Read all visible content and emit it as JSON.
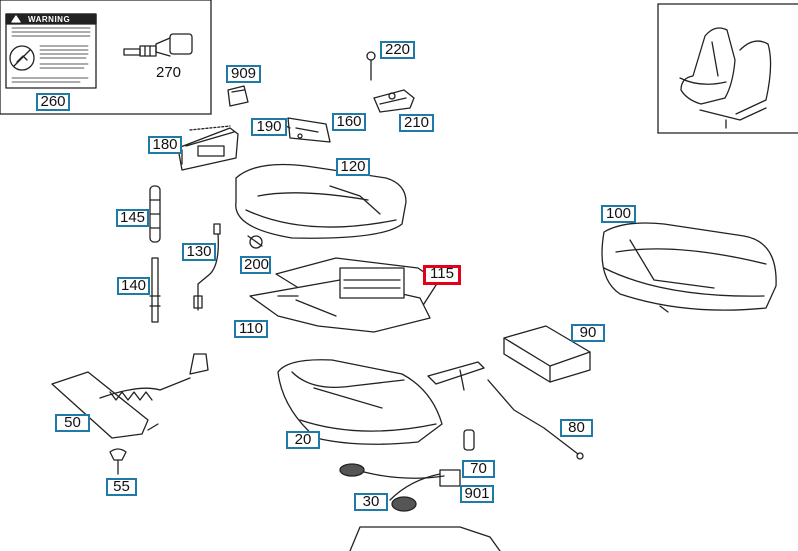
{
  "labels": {
    "l260": "260",
    "l270": "270",
    "l909": "909",
    "l220": "220",
    "l180": "180",
    "l190": "190",
    "l160": "160",
    "l210": "210",
    "l120": "120",
    "l100": "100",
    "l145": "145",
    "l130": "130",
    "l200": "200",
    "l115": "115",
    "l140": "140",
    "l110": "110",
    "l90": "90",
    "l50": "50",
    "l20": "20",
    "l80": "80",
    "l70": "70",
    "l55": "55",
    "l30": "30",
    "l901": "901"
  },
  "warning_label": {
    "title": "WARNING"
  },
  "colors": {
    "label_border": "#1f7aa8",
    "highlight_border": "#e3001b",
    "line": "#222222"
  },
  "highlighted_part": "115"
}
